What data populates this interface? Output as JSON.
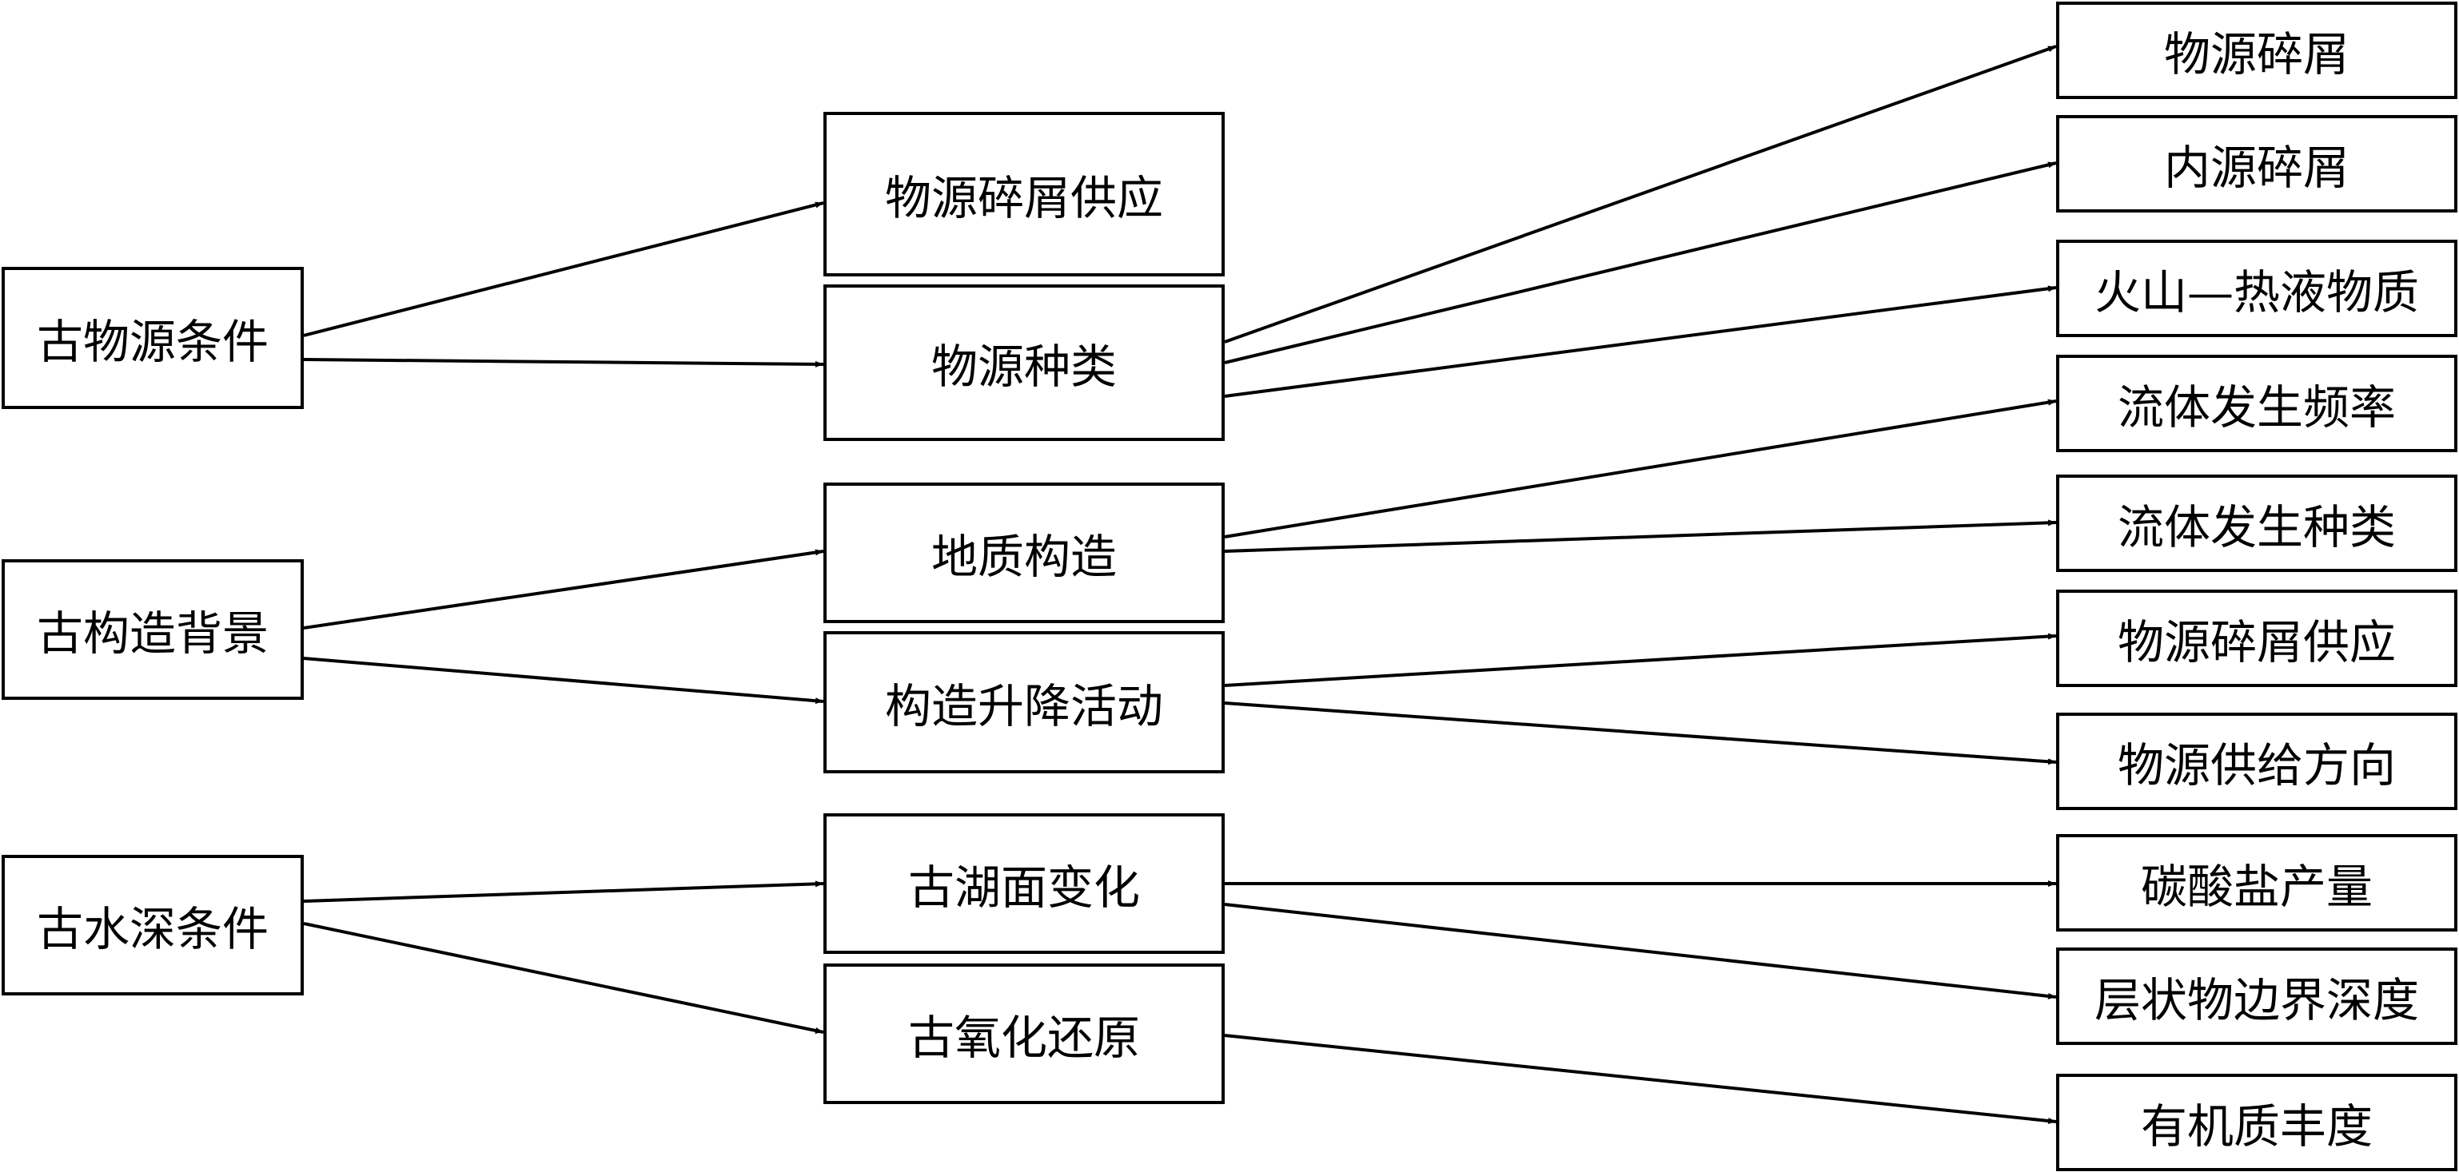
{
  "diagram": {
    "left": [
      {
        "id": "L1",
        "label": "古物源条件"
      },
      {
        "id": "L2",
        "label": "古构造背景"
      },
      {
        "id": "L3",
        "label": "古水深条件"
      }
    ],
    "middle": [
      {
        "id": "M1",
        "label": "物源碎屑供应"
      },
      {
        "id": "M2",
        "label": "物源种类"
      },
      {
        "id": "M3",
        "label": "地质构造"
      },
      {
        "id": "M4",
        "label": "构造升降活动"
      },
      {
        "id": "M5",
        "label": "古湖面变化"
      },
      {
        "id": "M6",
        "label": "古氧化还原"
      }
    ],
    "right": [
      {
        "id": "R1",
        "label": "物源碎屑"
      },
      {
        "id": "R2",
        "label": "内源碎屑"
      },
      {
        "id": "R3",
        "label": "火山—热液物质"
      },
      {
        "id": "R4",
        "label": "流体发生频率"
      },
      {
        "id": "R5",
        "label": "流体发生种类"
      },
      {
        "id": "R6",
        "label": "物源碎屑供应"
      },
      {
        "id": "R7",
        "label": "物源供给方向"
      },
      {
        "id": "R8",
        "label": "碳酸盐产量"
      },
      {
        "id": "R9",
        "label": "层状物边界深度"
      },
      {
        "id": "R10",
        "label": "有机质丰度"
      }
    ],
    "edges": [
      [
        "L1",
        "M1"
      ],
      [
        "L1",
        "M2"
      ],
      [
        "L2",
        "M3"
      ],
      [
        "L2",
        "M4"
      ],
      [
        "L3",
        "M5"
      ],
      [
        "L3",
        "M6"
      ],
      [
        "M2",
        "R1"
      ],
      [
        "M2",
        "R2"
      ],
      [
        "M2",
        "R3"
      ],
      [
        "M3",
        "R4"
      ],
      [
        "M3",
        "R5"
      ],
      [
        "M4",
        "R6"
      ],
      [
        "M4",
        "R7"
      ],
      [
        "M5",
        "R8"
      ],
      [
        "M5",
        "R9"
      ],
      [
        "M6",
        "R10"
      ]
    ]
  }
}
